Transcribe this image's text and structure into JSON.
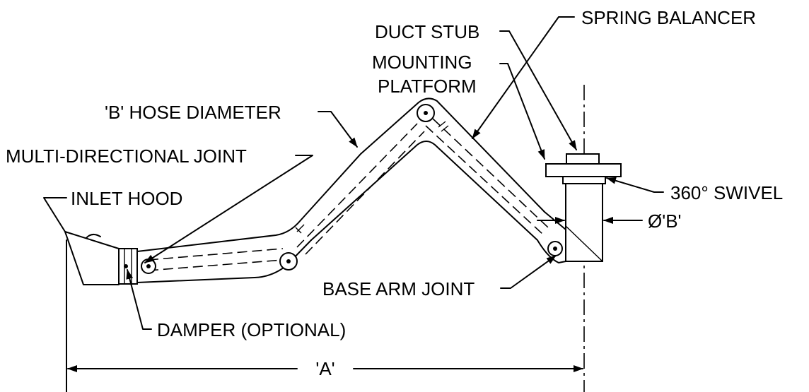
{
  "labels": {
    "spring_balancer": "SPRING BALANCER",
    "duct_stub": "DUCT STUB",
    "mounting_line1": "MOUNTING",
    "mounting_line2": "PLATFORM",
    "hose_diameter": "'B' HOSE DIAMETER",
    "multi_joint": "MULTI-DIRECTIONAL JOINT",
    "inlet_hood": "INLET HOOD",
    "swivel": "360° SWIVEL",
    "diameter_b": "Ø'B'",
    "base_arm_joint": "BASE ARM JOINT",
    "damper": "DAMPER (OPTIONAL)",
    "dim_a": "'A'"
  }
}
